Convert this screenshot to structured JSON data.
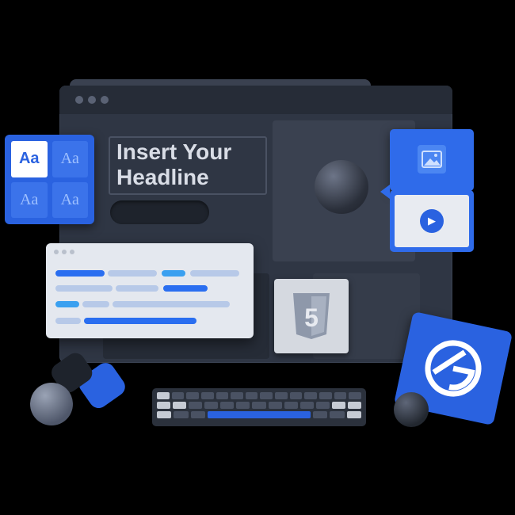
{
  "editor": {
    "headline": "Insert Your\nHeadline"
  },
  "font_panel": {
    "tiles": [
      {
        "label": "Aa",
        "selected": true
      },
      {
        "label": "Aa",
        "selected": false
      },
      {
        "label": "Aa",
        "selected": false
      },
      {
        "label": "Aa",
        "selected": false
      }
    ]
  },
  "badges": {
    "html5": "5"
  },
  "icons": [
    "image-icon",
    "play-icon",
    "html5-icon",
    "gatsby-logo-icon"
  ],
  "colors": {
    "accent": "#2a62e0",
    "window": "#2f3644",
    "background": "#000000"
  }
}
